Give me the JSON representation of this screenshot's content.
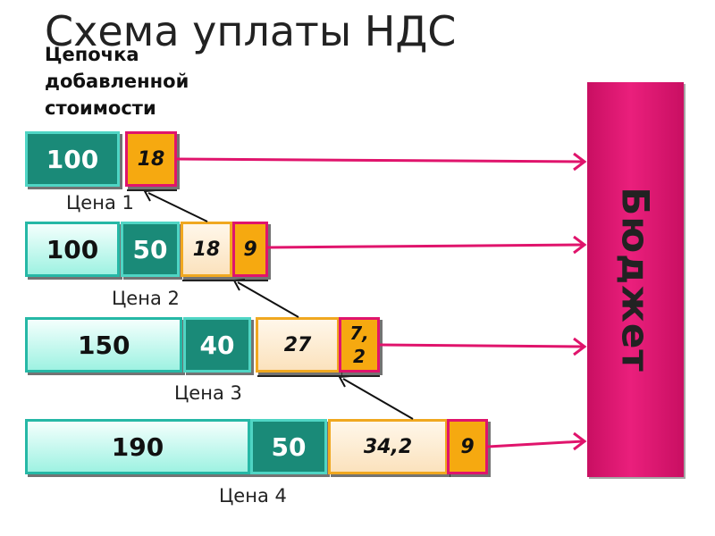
{
  "title": "Схема уплаты НДС",
  "subtitle": "Цепочка добавленной стоимости",
  "budget_label": "Бюджет",
  "colors": {
    "teal": "#1a8a78",
    "mint": "#9ef2e2",
    "orange": "#f6a910",
    "peach": "#fbe2bd",
    "magenta": "#e0146c",
    "budget": "#e0136f"
  },
  "rows": [
    {
      "price_label": "Цена 1",
      "boxes": [
        "100",
        "18"
      ]
    },
    {
      "price_label": "Цена 2",
      "boxes": [
        "100",
        "50",
        "18",
        "9"
      ]
    },
    {
      "price_label": "Цена 3",
      "boxes": [
        "150",
        "40",
        "27",
        "7,2"
      ]
    },
    {
      "price_label": "Цена 4",
      "boxes": [
        "190",
        "50",
        "34,2",
        "9"
      ]
    }
  ]
}
